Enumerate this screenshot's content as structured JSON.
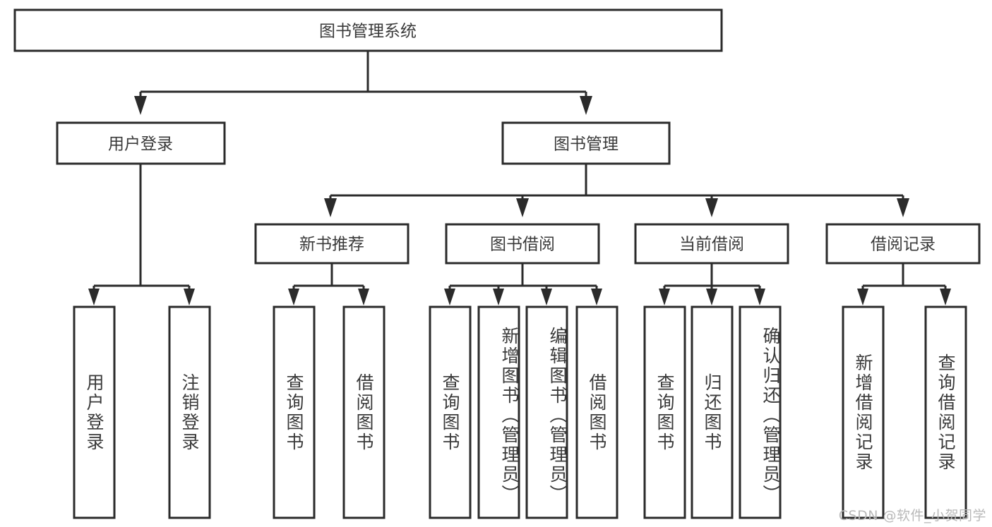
{
  "diagram": {
    "type": "tree-hierarchy-chart",
    "title": "图书管理系统",
    "root": {
      "id": "root",
      "label": "图书管理系统"
    },
    "level2": [
      {
        "id": "user-login",
        "label": "用户登录"
      },
      {
        "id": "book-management",
        "label": "图书管理"
      }
    ],
    "level3": [
      {
        "id": "new-book-recommend",
        "label": "新书推荐",
        "parent": "book-management"
      },
      {
        "id": "book-borrow",
        "label": "图书借阅",
        "parent": "book-management"
      },
      {
        "id": "current-borrow",
        "label": "当前借阅",
        "parent": "book-management"
      },
      {
        "id": "borrow-record",
        "label": "借阅记录",
        "parent": "book-management"
      }
    ],
    "leaves": {
      "user-login": [
        {
          "id": "leaf-user-login",
          "label": "用户登录"
        },
        {
          "id": "leaf-logout-login",
          "label": "注销登录"
        }
      ],
      "new-book-recommend": [
        {
          "id": "leaf-query-book-1",
          "label": "查询图书"
        },
        {
          "id": "leaf-borrow-book-1",
          "label": "借阅图书"
        }
      ],
      "book-borrow": [
        {
          "id": "leaf-query-book-2",
          "label": "查询图书"
        },
        {
          "id": "leaf-add-book",
          "label": "新增图书（管理员）"
        },
        {
          "id": "leaf-edit-book",
          "label": "编辑图书（管理员）"
        },
        {
          "id": "leaf-borrow-book-2",
          "label": "借阅图书"
        }
      ],
      "current-borrow": [
        {
          "id": "leaf-query-book-3",
          "label": "查询图书"
        },
        {
          "id": "leaf-return-book",
          "label": "归还图书"
        },
        {
          "id": "leaf-confirm-return",
          "label": "确认归还（管理员）"
        }
      ],
      "borrow-record": [
        {
          "id": "leaf-add-record",
          "label": "新增借阅记录"
        },
        {
          "id": "leaf-query-record",
          "label": "查询借阅记录"
        }
      ]
    },
    "colors": {
      "box_stroke": "#2b2b2b",
      "box_fill": "#ffffff",
      "text": "#3a3a3a",
      "background": "#ffffff",
      "watermark": "#b9b9b9"
    }
  },
  "watermark": {
    "text": "CSDN @软件_小贺同学"
  }
}
